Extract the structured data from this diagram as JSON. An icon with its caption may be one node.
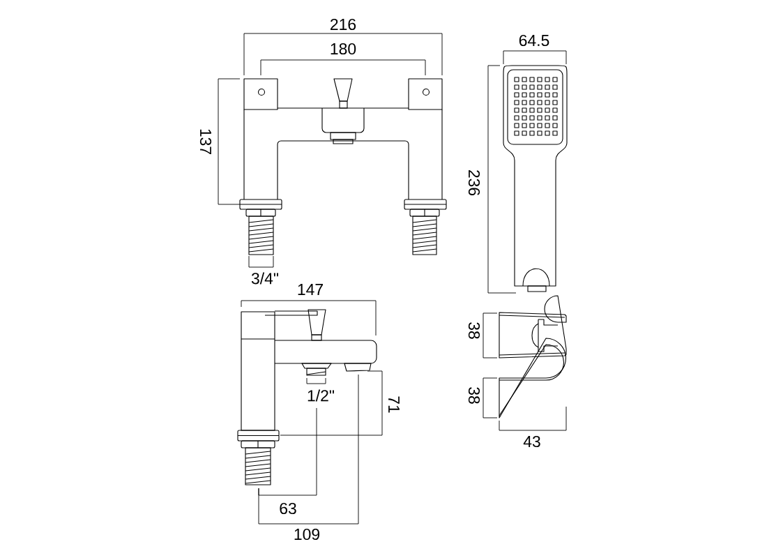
{
  "diagram": {
    "labels": [
      "216",
      "180",
      "64.5",
      "137",
      "236",
      "3/4\"",
      "147",
      "38",
      "1/2\"",
      "71",
      "38",
      "43",
      "63",
      "109"
    ]
  }
}
